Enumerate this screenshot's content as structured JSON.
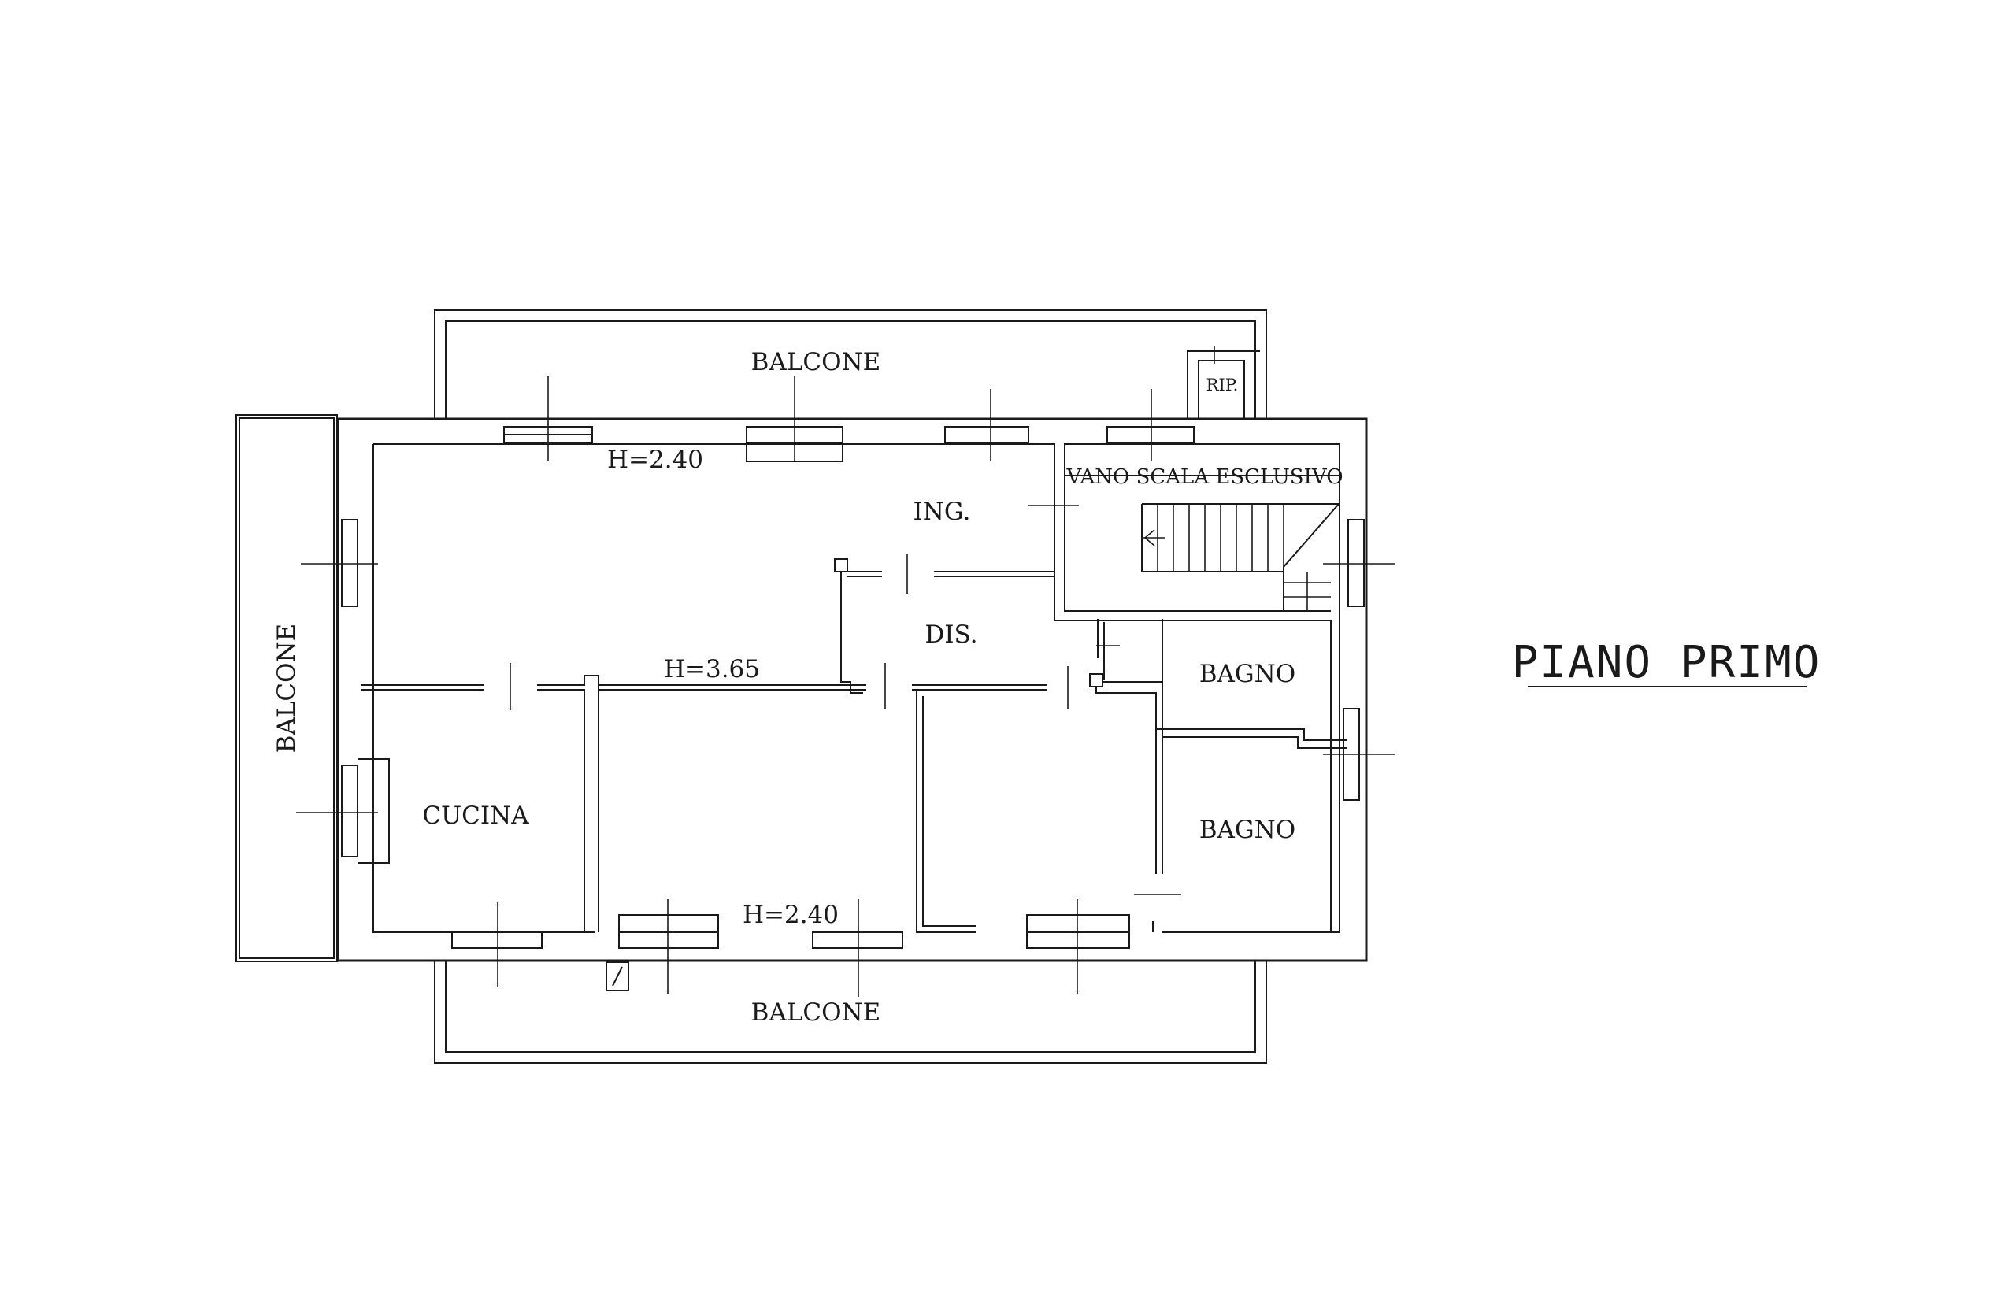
{
  "title": "PIANO PRIMO",
  "labels": {
    "balcone_top": "BALCONE",
    "balcone_bottom": "BALCONE",
    "balcone_left": "BALCONE",
    "rip": "RIP.",
    "vano_scala": "VANO SCALA ESCLUSIVO",
    "ing": "ING.",
    "dis": "DIS.",
    "bagno_1": "BAGNO",
    "bagno_2": "BAGNO",
    "cucina": "CUCINA",
    "height_top": "H=2.40",
    "height_middle": "H=3.65",
    "height_bottom": "H=2.40"
  }
}
